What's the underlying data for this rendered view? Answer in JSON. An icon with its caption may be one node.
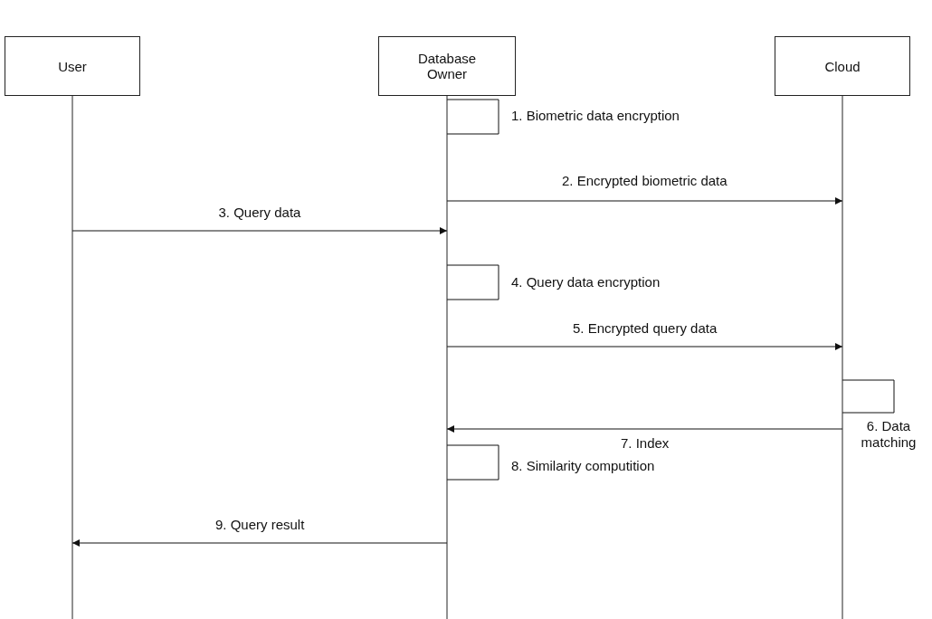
{
  "diagram": {
    "nodes": [
      {
        "text": [
          "User"
        ]
      },
      {
        "text": [
          "Database Owner"
        ]
      },
      {
        "text": [
          "Cloud"
        ]
      }
    ],
    "edges": [
      {
        "from": 1,
        "to": 1,
        "arrow": "none",
        "label": "1. Biometric data encryption"
      },
      {
        "from": 1,
        "to": 2,
        "arrow": "to",
        "label": "2. Encrypted biometric data"
      },
      {
        "from": 0,
        "to": 1,
        "arrow": "to",
        "label": "3. Query data"
      },
      {
        "from": 1,
        "to": 1,
        "arrow": "none",
        "label": "4. Query data encryption"
      },
      {
        "from": 1,
        "to": 2,
        "arrow": "to",
        "label": "5. Encrypted query data"
      },
      {
        "from": 2,
        "to": 2,
        "arrow": "none",
        "label": "6. Data matching"
      },
      {
        "from": 2,
        "to": 1,
        "arrow": "to",
        "label": "7. Index"
      },
      {
        "from": 1,
        "to": 1,
        "arrow": "none",
        "label": "8. Similarity computition"
      },
      {
        "from": 1,
        "to": 0,
        "arrow": "to",
        "label": "9. Query result"
      }
    ]
  }
}
